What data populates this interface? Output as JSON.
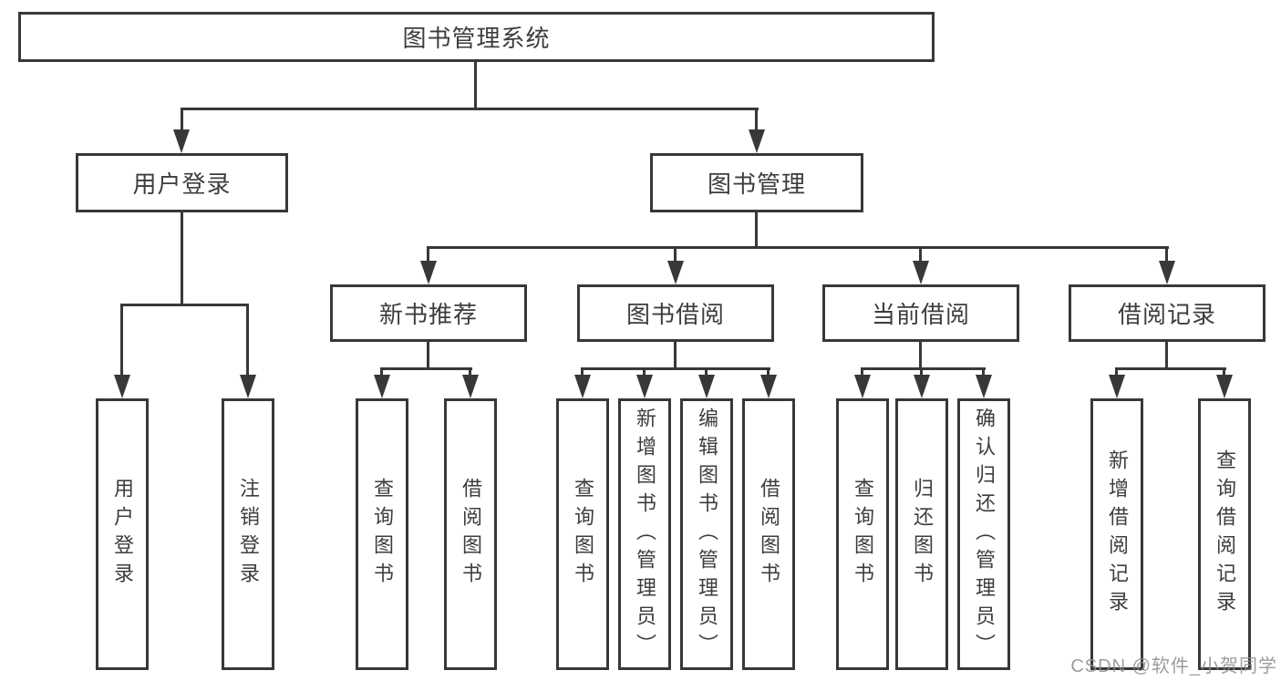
{
  "diagram": {
    "root": {
      "label": "图书管理系统"
    },
    "level2": [
      {
        "label": "用户登录"
      },
      {
        "label": "图书管理"
      }
    ],
    "level3": [
      {
        "label": "新书推荐"
      },
      {
        "label": "图书借阅"
      },
      {
        "label": "当前借阅"
      },
      {
        "label": "借阅记录"
      }
    ],
    "leaves": {
      "user_login": [
        {
          "label": "用户登录"
        },
        {
          "label": "注销登录"
        }
      ],
      "new_book": [
        {
          "label": "查询图书"
        },
        {
          "label": "借阅图书"
        }
      ],
      "book_borrow": [
        {
          "label": "查询图书"
        },
        {
          "label": "新增图书（管理员）"
        },
        {
          "label": "编辑图书（管理员）"
        },
        {
          "label": "借阅图书"
        }
      ],
      "current_borrow": [
        {
          "label": "查询图书"
        },
        {
          "label": "归还图书"
        },
        {
          "label": "确认归还（管理员）"
        }
      ],
      "borrow_record": [
        {
          "label": "新增借阅记录"
        },
        {
          "label": "查询借阅记录"
        }
      ]
    },
    "watermark": "CSDN @软件_小贺同学",
    "colors": {
      "line": "#383838",
      "text": "#3d3d3d",
      "background": "#ffffff",
      "watermark": "#8c8c8c"
    }
  }
}
